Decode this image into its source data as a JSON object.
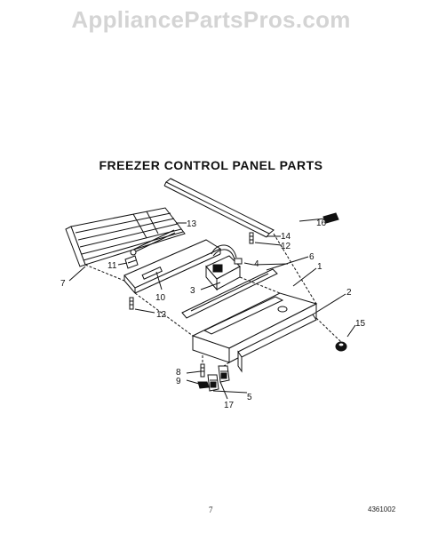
{
  "watermark": "AppliancePartsPros.com",
  "title": "FREEZER CONTROL PANEL PARTS",
  "page_number": "7",
  "document_code": "4361002",
  "callouts": [
    "1",
    "2",
    "3",
    "4",
    "5",
    "6",
    "7",
    "8",
    "9",
    "10",
    "11",
    "12",
    "12",
    "13",
    "14",
    "15",
    "16",
    "17"
  ]
}
